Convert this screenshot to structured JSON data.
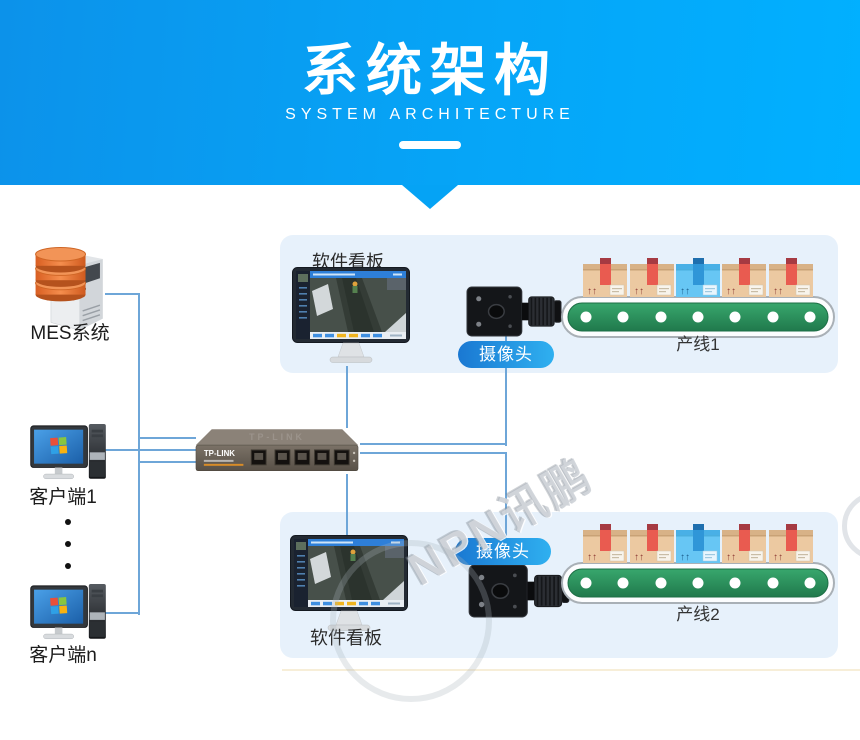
{
  "header": {
    "title": "系统架构",
    "subtitle": "SYSTEM ARCHITECTURE"
  },
  "nodes": {
    "mes": {
      "label": "MES系统",
      "icon": "database-server-icon"
    },
    "client1": {
      "label": "客户端1",
      "icon": "desktop-computer-icon"
    },
    "client_n": {
      "label": "客户端n",
      "icon": "desktop-computer-icon"
    },
    "router": {
      "brand": "TP-LINK",
      "icon": "router-icon"
    }
  },
  "panels": [
    {
      "dashboard_label": "软件看板",
      "camera_label": "摄像头",
      "line_label": "产线1"
    },
    {
      "dashboard_label": "软件看板",
      "camera_label": "摄像头",
      "line_label": "产线2"
    }
  ],
  "conveyor_box": {
    "arrows": "↑↑"
  },
  "watermark": {
    "text": "NPN讯鹏"
  },
  "colors": {
    "banner_left": "#0c92ea",
    "banner_right": "#01b0ff",
    "panel_bg": "#e7f1fb",
    "line": "#6ea6d8",
    "pill_start": "#1a78d2",
    "pill_end": "#2fb0f0",
    "belt_green": "#2e9c63",
    "box_tan": "#ecc9a1",
    "box_blue": "#67c6f4",
    "db_orange": "#e8763a"
  }
}
